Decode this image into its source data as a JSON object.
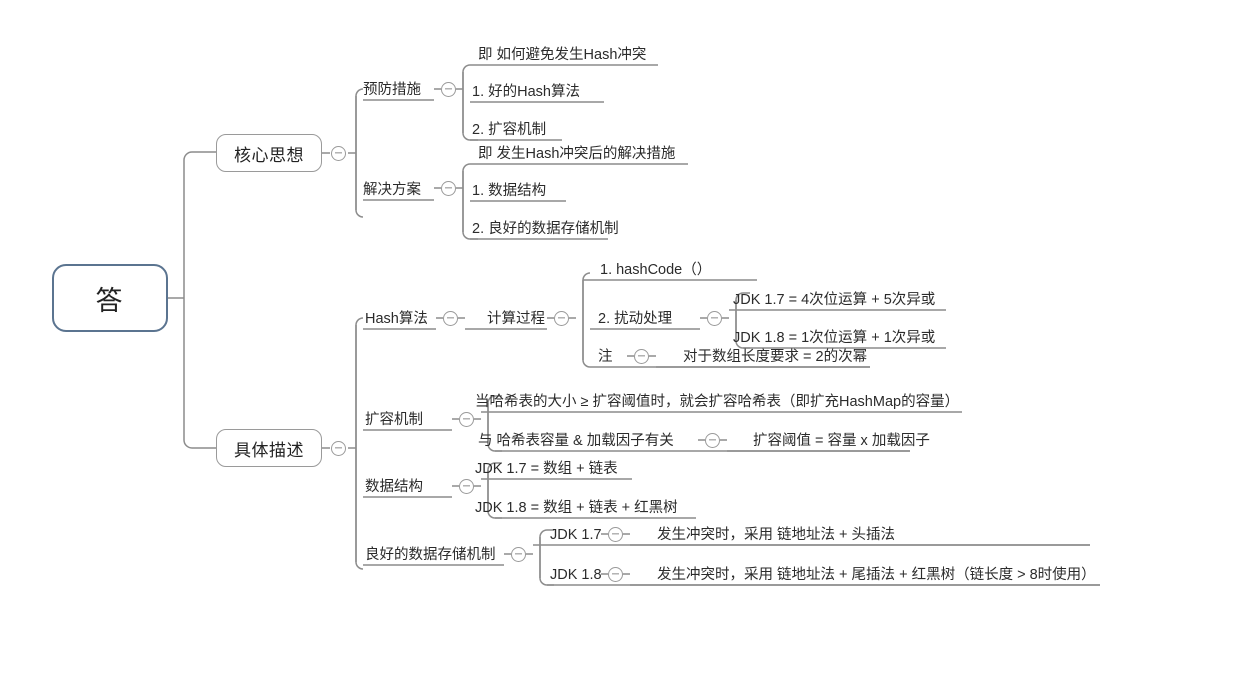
{
  "diagram": {
    "type": "mind-map",
    "title": "HashMap 核心思想与具体描述",
    "background": "#ffffff",
    "root_border_color": "#5b7490",
    "branch_border_color": "#9a9a9a",
    "line_color": "#8c8c8c",
    "text_color": "#2b2b2b"
  },
  "root": {
    "label": "答"
  },
  "branches": {
    "core": {
      "label": "核心思想",
      "children": {
        "prevention": {
          "label": "预防措施",
          "note": "即 如何避免发生Hash冲突",
          "items": [
            "1. 好的Hash算法",
            "2. 扩容机制"
          ]
        },
        "solution": {
          "label": "解决方案",
          "note": "即 发生Hash冲突后的解决措施",
          "items": [
            "1. 数据结构",
            "2. 良好的数据存储机制"
          ]
        }
      }
    },
    "detail": {
      "label": "具体描述",
      "children": {
        "hash_algorithm": {
          "label": "Hash算法",
          "process": {
            "label": "计算过程",
            "step1": "1. hashCode（）",
            "step2": {
              "label": "2. 扰动处理",
              "items": [
                "JDK 1.7 = 4次位运算 + 5次异或",
                "JDK 1.8 = 1次位运算 + 1次异或"
              ]
            },
            "note": {
              "label": "注",
              "value": "对于数组长度要求 = 2的次幂"
            }
          }
        },
        "resize": {
          "label": "扩容机制",
          "condition": "当哈希表的大小 ≥ 扩容阈值时，就会扩容哈希表（即扩充HashMap的容量）",
          "factor": {
            "label": "与 哈希表容量 & 加载因子有关",
            "value": "扩容阈值 = 容量 x 加载因子"
          }
        },
        "data_structure": {
          "label": "数据结构",
          "items": [
            "JDK 1.7 = 数组 + 链表",
            "JDK 1.8 =  数组 + 链表 + 红黑树"
          ]
        },
        "storage": {
          "label": "良好的数据存储机制",
          "versions": [
            {
              "label": "JDK 1.7",
              "value": "发生冲突时，采用 链地址法 + 头插法"
            },
            {
              "label": "JDK 1.8",
              "value": "发生冲突时，采用 链地址法 + 尾插法 + 红黑树（链长度 > 8时使用）"
            }
          ]
        }
      }
    }
  },
  "icons": {
    "collapse": "collapse-toggle-icon"
  }
}
